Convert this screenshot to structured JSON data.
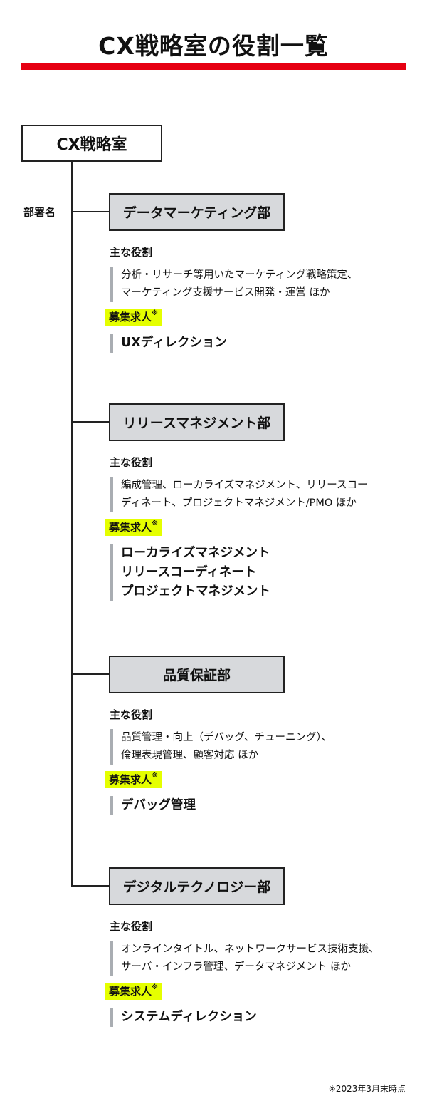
{
  "title": "CX戦略室の役割一覧",
  "root": "CX戦略室",
  "dept_label": "部署名",
  "roles_label": "主な役割",
  "recruit_label": "募集求人",
  "recruit_mark": "※",
  "departments": [
    {
      "name": "データマーケティング部",
      "roles": [
        "分析・リサーチ等用いたマーケティング戦略策定、",
        "マーケティング支援サービス開発・運営 ほか"
      ],
      "jobs": [
        "UXディレクション"
      ]
    },
    {
      "name": "リリースマネジメント部",
      "roles": [
        "編成管理、ローカライズマネジメント、リリースコー",
        "ディネート、プロジェクトマネジメント/PMO ほか"
      ],
      "jobs": [
        "ローカライズマネジメント",
        "リリースコーディネート",
        "プロジェクトマネジメント"
      ]
    },
    {
      "name": "品質保証部",
      "roles": [
        "品質管理・向上（デバッグ、チューニング）、",
        "倫理表現管理、顧客対応 ほか"
      ],
      "jobs": [
        "デバッグ管理"
      ]
    },
    {
      "name": "デジタルテクノロジー部",
      "roles": [
        "オンラインタイトル、ネットワークサービス技術支援、",
        "サーバ・インフラ管理、データマネジメント ほか"
      ],
      "jobs": [
        "システムディレクション"
      ]
    }
  ],
  "footnote": "※2023年3月末時点",
  "colors": {
    "accent": "#e60012",
    "highlight": "#e5ff00",
    "box": "#d7d9dc",
    "bar": "#a9adb2"
  }
}
